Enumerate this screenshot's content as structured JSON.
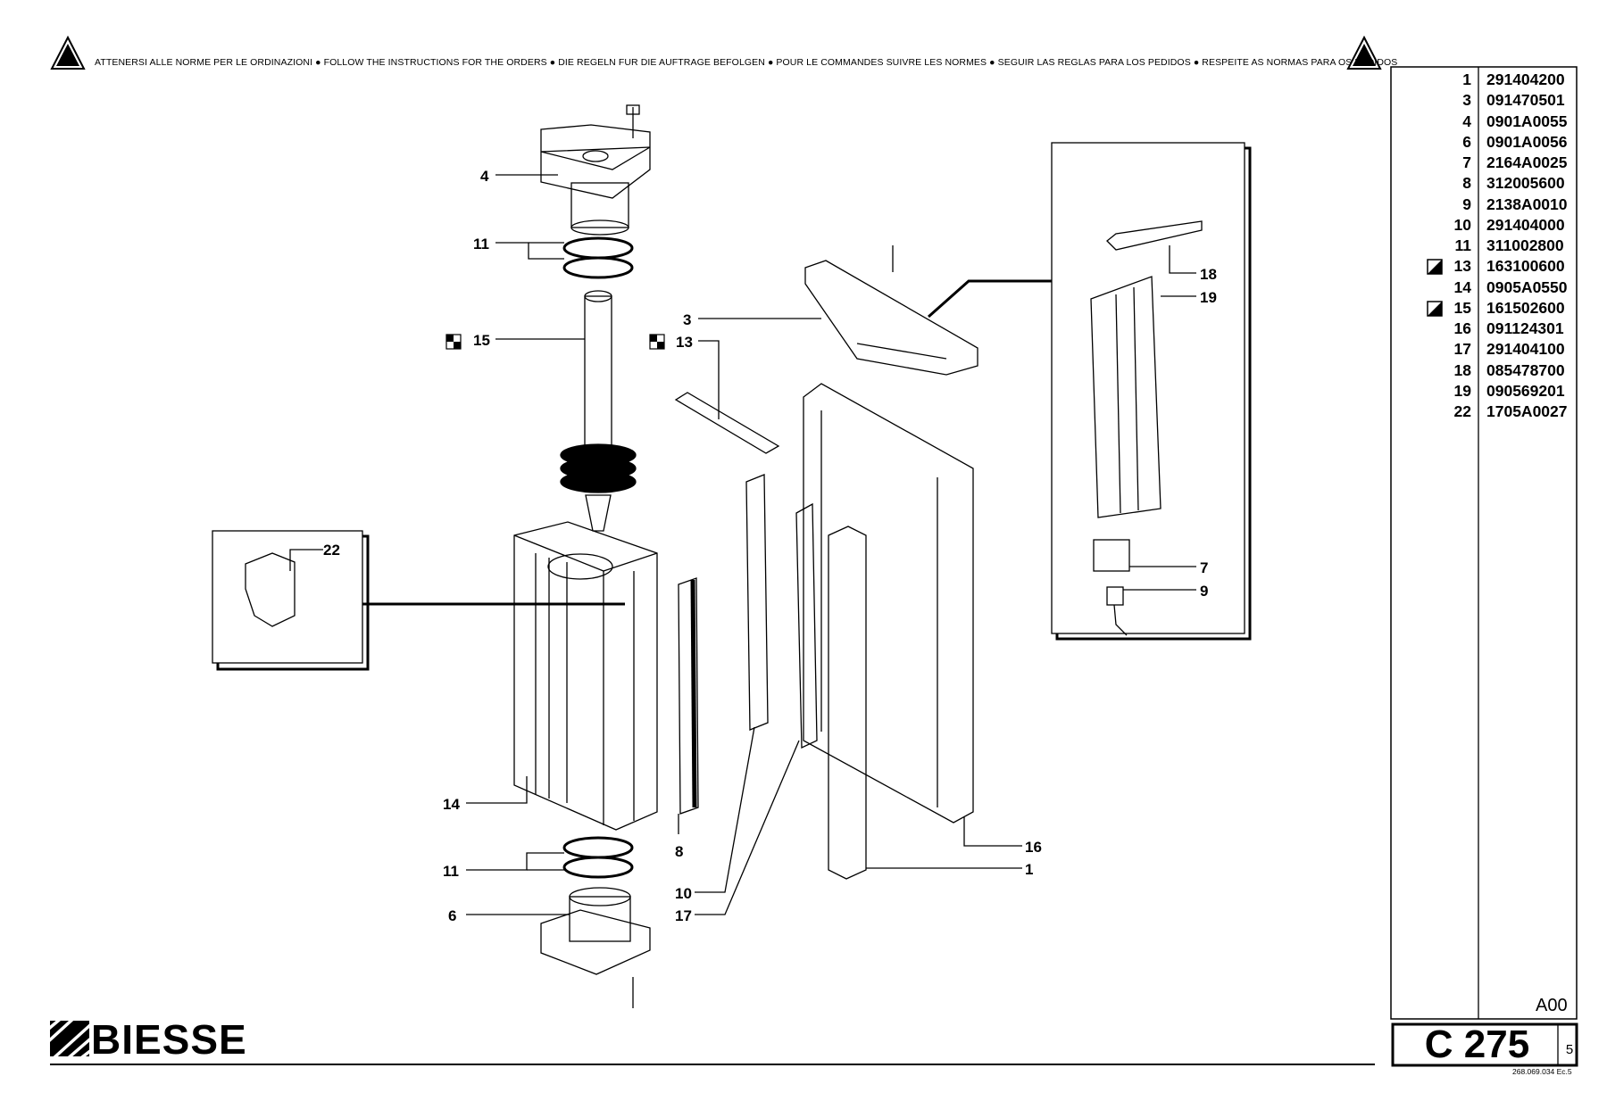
{
  "header": {
    "instructions": "ATTENERSI ALLE NORME PER LE ORDINAZIONI  ●  FOLLOW THE INSTRUCTIONS FOR THE ORDERS  ●  DIE REGELN FUR DIE AUFTRAGE BEFOLGEN  ●  POUR LE COMMANDES SUIVRE LES NORMES  ●  SEGUIR LAS REGLAS PARA LOS PEDIDOS  ●  RESPEITE AS NORMAS PARA OS PEDIDOS"
  },
  "callouts": {
    "c4": "4",
    "c11a": "11",
    "c15": "15",
    "c3": "3",
    "c13": "13",
    "c22": "22",
    "c14": "14",
    "c11b": "11",
    "c6": "6",
    "c8": "8",
    "c10": "10",
    "c17": "17",
    "c16": "16",
    "c1": "1",
    "c18": "18",
    "c19": "19",
    "c7": "7",
    "c9": "9"
  },
  "parts_table": [
    {
      "num": "1",
      "code": "291404200",
      "symbol": ""
    },
    {
      "num": "3",
      "code": "091470501",
      "symbol": ""
    },
    {
      "num": "4",
      "code": "0901A0055",
      "symbol": ""
    },
    {
      "num": "6",
      "code": "0901A0056",
      "symbol": ""
    },
    {
      "num": "7",
      "code": "2164A0025",
      "symbol": ""
    },
    {
      "num": "8",
      "code": "312005600",
      "symbol": ""
    },
    {
      "num": "9",
      "code": "2138A0010",
      "symbol": ""
    },
    {
      "num": "10",
      "code": "291404000",
      "symbol": ""
    },
    {
      "num": "11",
      "code": "311002800",
      "symbol": ""
    },
    {
      "num": "13",
      "code": "163100600",
      "symbol": "half-filled-square-icon"
    },
    {
      "num": "14",
      "code": "0905A0550",
      "symbol": ""
    },
    {
      "num": "15",
      "code": "161502600",
      "symbol": "half-filled-square-icon"
    },
    {
      "num": "16",
      "code": "091124301",
      "symbol": ""
    },
    {
      "num": "17",
      "code": "291404100",
      "symbol": ""
    },
    {
      "num": "18",
      "code": "085478700",
      "symbol": ""
    },
    {
      "num": "19",
      "code": "090569201",
      "symbol": ""
    },
    {
      "num": "22",
      "code": "1705A0027",
      "symbol": ""
    }
  ],
  "title_block": {
    "revision": "A00",
    "drawing_code": "C 275",
    "sheet": "5",
    "doc_ref": "268.069.034 Ec.5"
  },
  "logo": {
    "text": "BIESSE"
  }
}
